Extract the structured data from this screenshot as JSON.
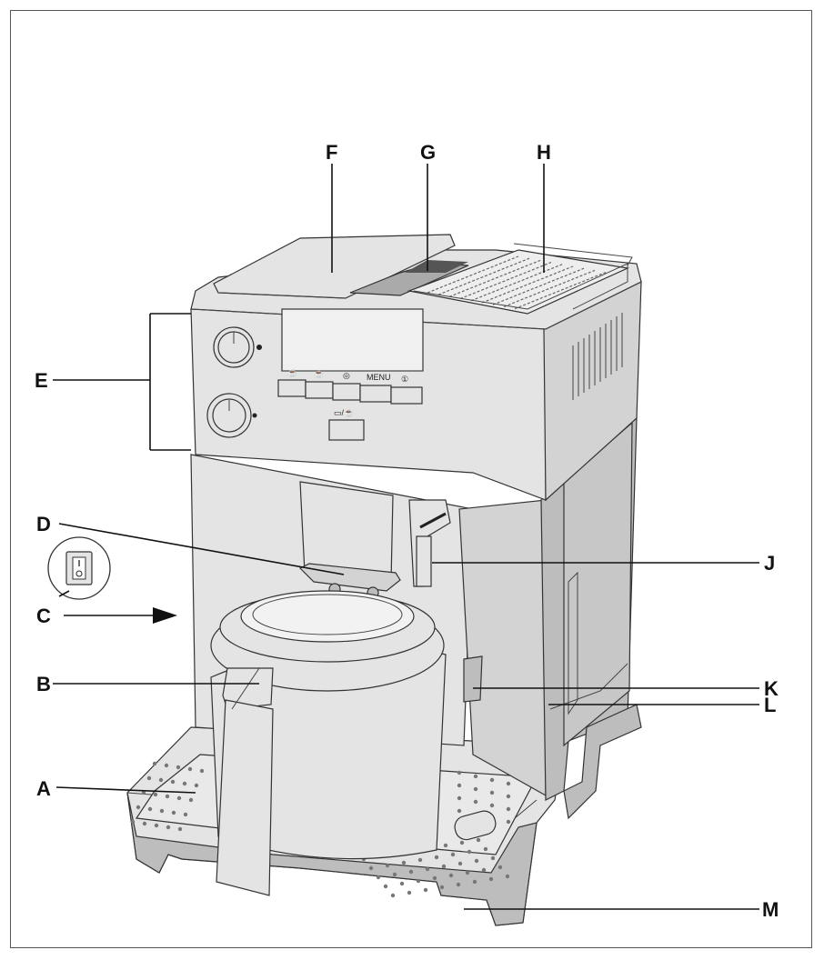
{
  "labels": {
    "A": "A",
    "B": "B",
    "C": "C",
    "D": "D",
    "E": "E",
    "F": "F",
    "G": "G",
    "H": "H",
    "J": "J",
    "K": "K",
    "L": "L",
    "M": "M"
  },
  "panel_text": {
    "menu": "MENU"
  }
}
